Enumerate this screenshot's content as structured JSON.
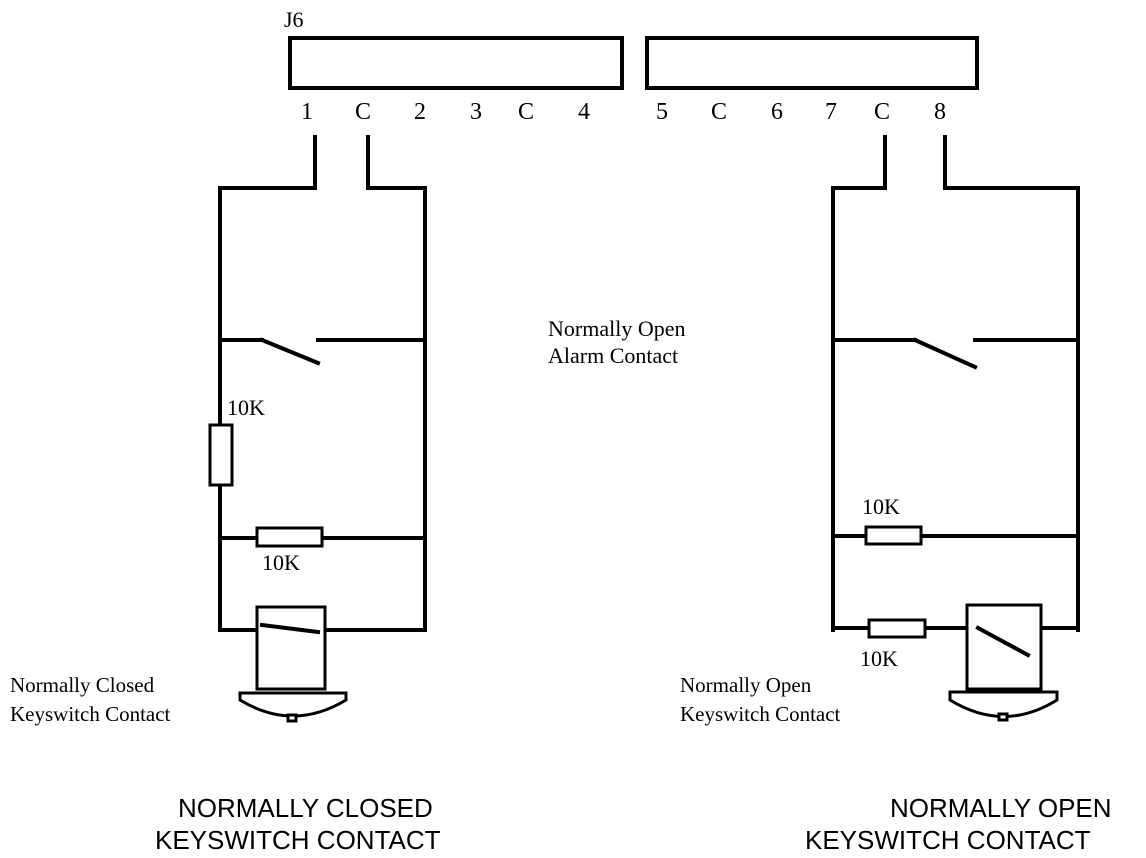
{
  "connector": {
    "label": "J6",
    "pins_left": [
      "1",
      "C",
      "2",
      "3",
      "C",
      "4"
    ],
    "pins_right": [
      "5",
      "C",
      "6",
      "7",
      "C",
      "8"
    ]
  },
  "alarm_contact": {
    "line1": "Normally Open",
    "line2": "Alarm Contact"
  },
  "left_circuit": {
    "resistor_vertical_label": "10K",
    "resistor_horizontal_label": "10K",
    "keyswitch_line1": "Normally Closed",
    "keyswitch_line2": "Keyswitch Contact",
    "title_line1": "NORMALLY CLOSED",
    "title_line2": "KEYSWITCH CONTACT"
  },
  "right_circuit": {
    "resistor_upper_label": "10K",
    "resistor_lower_label": "10K",
    "keyswitch_line1": "Normally Open",
    "keyswitch_line2": "Keyswitch Contact",
    "title_line1": "NORMALLY OPEN",
    "title_line2": "KEYSWITCH CONTACT"
  }
}
